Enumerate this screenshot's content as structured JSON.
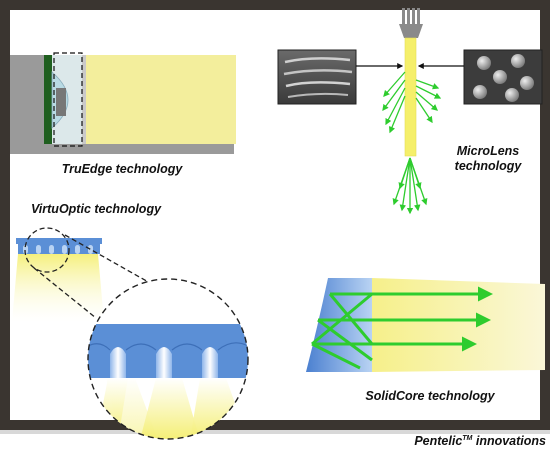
{
  "labels": {
    "truedge": "TruEdge technology",
    "virtuoptic": "VirtuOptic technology",
    "microlens_line1": "MicroLens",
    "microlens_line2": "technology",
    "solidcore": "SolidCore technology"
  },
  "footer": {
    "brand_name": "Pentelic",
    "brand_tm": "TM",
    "brand_rest": " innovations"
  },
  "colors": {
    "frame": "#3a3530",
    "light_yellow": "#f3ee9c",
    "guide_blue": "#5b8fd6",
    "ray_green": "#2ecc2e",
    "panel_dark": "#4a4a4a"
  }
}
